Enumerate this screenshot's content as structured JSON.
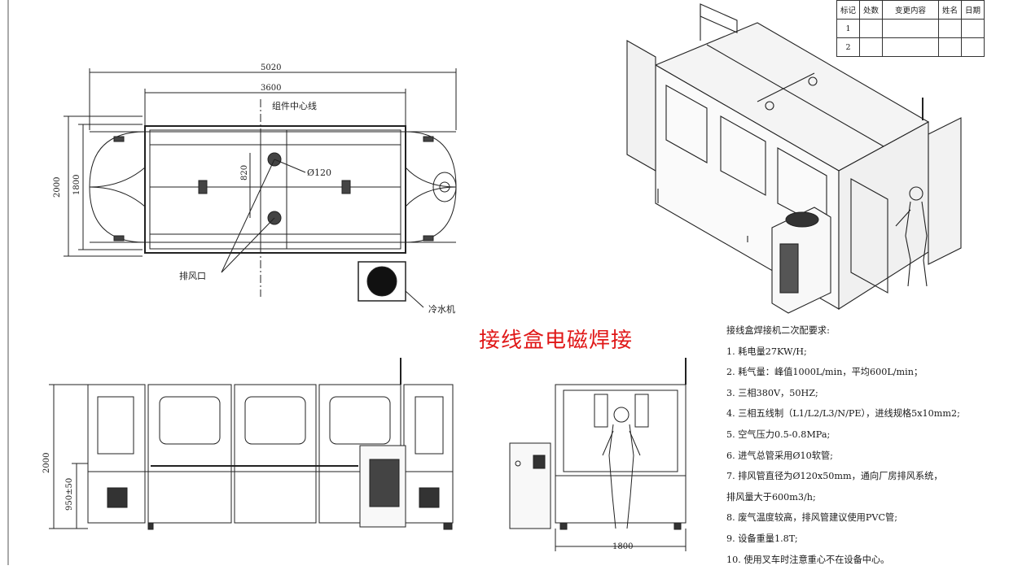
{
  "title": "接线盒电磁焊接",
  "colors": {
    "title": "#e01818",
    "line": "#222222"
  },
  "revision_table": {
    "headers": [
      "标记",
      "处数",
      "变更内容",
      "姓名",
      "日期"
    ],
    "rows": [
      [
        "1",
        "",
        "",
        "",
        ""
      ],
      [
        "2",
        "",
        "",
        "",
        ""
      ]
    ]
  },
  "top_view": {
    "dim_total_length": "5020",
    "dim_frame_length": "3600",
    "dim_total_width": "2000",
    "dim_frame_width": "1800",
    "dim_820": "820",
    "label_center_line": "组件中心线",
    "label_pipe": "Ø120",
    "label_exhaust": "排风口",
    "label_chiller": "冷水机"
  },
  "front_view": {
    "dim_height": "2000",
    "dim_work_height": "950±50"
  },
  "side_view": {
    "dim_width": "1800"
  },
  "requirements": {
    "heading": "接线盒焊接机二次配要求:",
    "items": [
      "1. 耗电量27KW/H;",
      "2. 耗气量：峰值1000L/min，平均600L/min；",
      "3. 三相380V，50HZ;",
      "4. 三相五线制（L1/L2/L3/N/PE），进线规格5x10mm2;",
      "5. 空气压力0.5-0.8MPa;",
      "6. 进气总管采用Ø10软管;",
      "7. 排风管直径为Ø120x50mm，通向厂房排风系统，",
      "排风量大于600m3/h;",
      "8. 废气温度较高，排风管建议使用PVC管;",
      "9. 设备重量1.8T;",
      "10. 使用叉车时注意重心不在设备中心。"
    ]
  }
}
